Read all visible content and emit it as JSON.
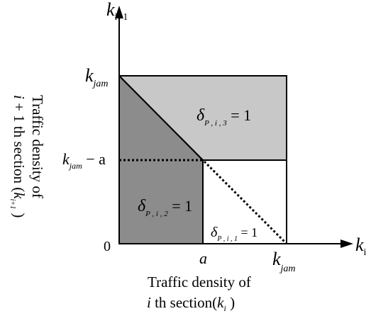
{
  "colors": {
    "dark_region": "#8c8c8c",
    "light_region": "#c8c8c8",
    "white_region": "#ffffff",
    "stroke": "#000000"
  },
  "axes": {
    "y_label_top": {
      "k": "k",
      "sub": "i+1"
    },
    "x_label_right": {
      "k": "k",
      "sub": "i"
    },
    "origin": "0",
    "y_ticks": {
      "kjam": {
        "k": "k",
        "sub": "jam"
      },
      "kjam_minus_a": {
        "k": "k",
        "sub": "jam",
        "tail": " − a"
      }
    },
    "x_ticks": {
      "a": "a",
      "kjam": {
        "k": "k",
        "sub": "jam"
      }
    }
  },
  "regions": {
    "r3": {
      "delta": "δ",
      "sub": "P , i , 3",
      "eq": " = 1"
    },
    "r2": {
      "delta": "δ",
      "sub": "P , i , 2",
      "eq": " = 1"
    },
    "r1": {
      "delta": "δ",
      "sub": "P , i , 1",
      "eq": " = 1"
    }
  },
  "captions": {
    "x_line1": "Traffic density of",
    "x_line2_pre": "i",
    "x_line2_mid": " th section(",
    "x_line2_k": "k",
    "x_line2_sub": "i",
    "x_line2_post": " )",
    "y_line1": "Traffic density of",
    "y_line2_pre": "i",
    "y_line2_mid": " + 1 th section (",
    "y_line2_k": "k",
    "y_line2_sub": "i+1",
    "y_line2_post": " )"
  }
}
